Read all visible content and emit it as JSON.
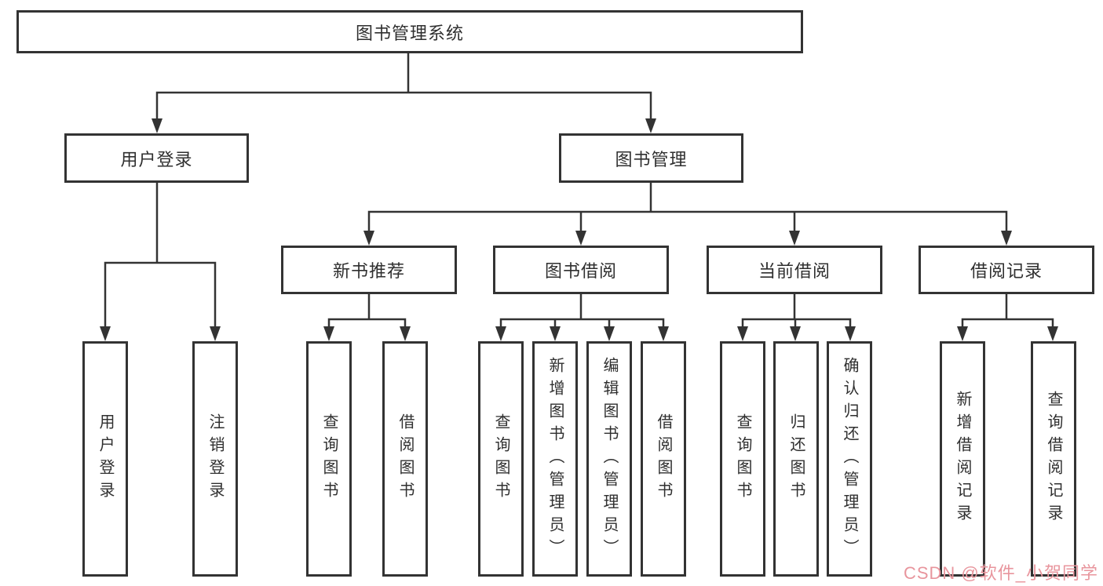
{
  "colors": {
    "background": "#ffffff",
    "box_border": "#333333",
    "connector_line": "#333333",
    "node_text": "#2f2f2f",
    "watermark_text": "#e8959d"
  },
  "diagram": {
    "root": {
      "label": "图书管理系统"
    },
    "branches": [
      {
        "label": "用户登录",
        "children": [
          {
            "label": "用户登录"
          },
          {
            "label": "注销登录"
          }
        ]
      },
      {
        "label": "图书管理",
        "children": [
          {
            "label": "新书推荐",
            "children": [
              {
                "label": "查询图书"
              },
              {
                "label": "借阅图书"
              }
            ]
          },
          {
            "label": "图书借阅",
            "children": [
              {
                "label": "查询图书"
              },
              {
                "label": "新增图书（管理员）"
              },
              {
                "label": "编辑图书（管理员）"
              },
              {
                "label": "借阅图书"
              }
            ]
          },
          {
            "label": "当前借阅",
            "children": [
              {
                "label": "查询图书"
              },
              {
                "label": "归还图书"
              },
              {
                "label": "确认归还（管理员）"
              }
            ]
          },
          {
            "label": "借阅记录",
            "children": [
              {
                "label": "新增借阅记录"
              },
              {
                "label": "查询借阅记录"
              }
            ]
          }
        ]
      }
    ]
  },
  "watermark": {
    "text": "CSDN @软件_小贺同学"
  }
}
